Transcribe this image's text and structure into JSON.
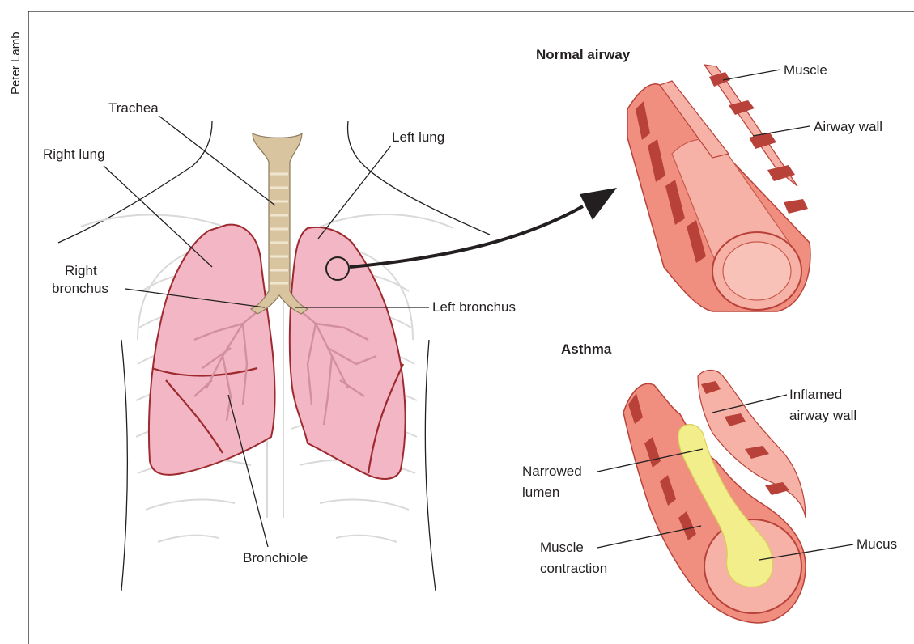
{
  "credit": "Peter Lamb",
  "lung_labels": {
    "trachea": "Trachea",
    "right_lung": "Right lung",
    "left_lung": "Left lung",
    "right_bronchus_line1": "Right",
    "right_bronchus_line2": "bronchus",
    "left_bronchus": "Left bronchus",
    "bronchiole": "Bronchiole"
  },
  "normal_airway": {
    "title": "Normal airway",
    "muscle": "Muscle",
    "airway_wall": "Airway wall"
  },
  "asthma": {
    "title": "Asthma",
    "inflamed_line1": "Inflamed",
    "inflamed_line2": "airway wall",
    "narrowed_line1": "Narrowed",
    "narrowed_line2": "lumen",
    "muscle_line1": "Muscle",
    "muscle_line2": "contraction",
    "mucus": "Mucus"
  },
  "colors": {
    "lung_fill": "#f2b6c4",
    "lung_stroke": "#9e2a2f",
    "trachea": "#d8c5a0",
    "airway_outer": "#f08f80",
    "airway_inner": "#f6b2a6",
    "muscle": "#b8423a",
    "mucus": "#f3ee8c",
    "ribs": "#d9d9d9",
    "text": "#231f20"
  }
}
